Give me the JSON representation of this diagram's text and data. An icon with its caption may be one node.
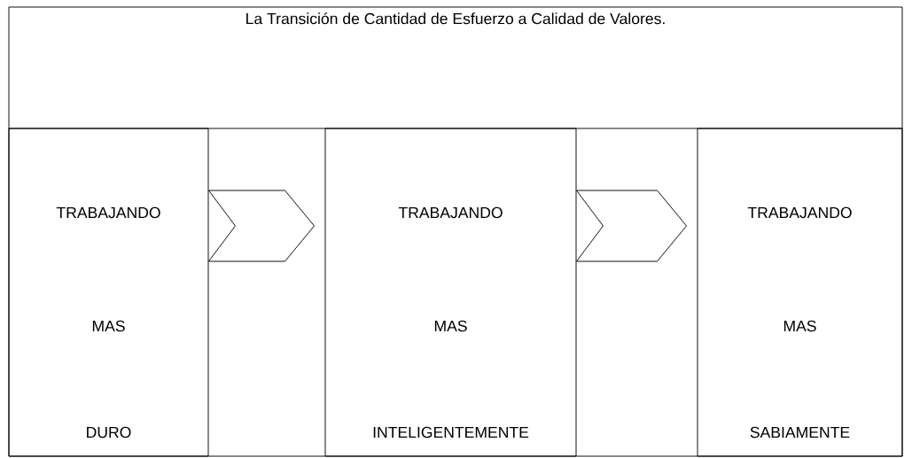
{
  "diagram": {
    "title": "La Transición de Cantidad de Esfuerzo a Calidad de Valores.",
    "nodes": [
      {
        "text": [
          "TRABAJANDO",
          "MAS",
          "DURO"
        ]
      },
      {
        "text": [
          "TRABAJANDO",
          "MAS",
          "INTELIGENTEMENTE"
        ]
      },
      {
        "text": [
          "TRABAJANDO",
          "MAS",
          "SABIAMENTE"
        ]
      }
    ],
    "edges": [
      {
        "from": 0,
        "to": 1,
        "arrow": "to"
      },
      {
        "from": 1,
        "to": 2,
        "arrow": "to"
      }
    ]
  }
}
